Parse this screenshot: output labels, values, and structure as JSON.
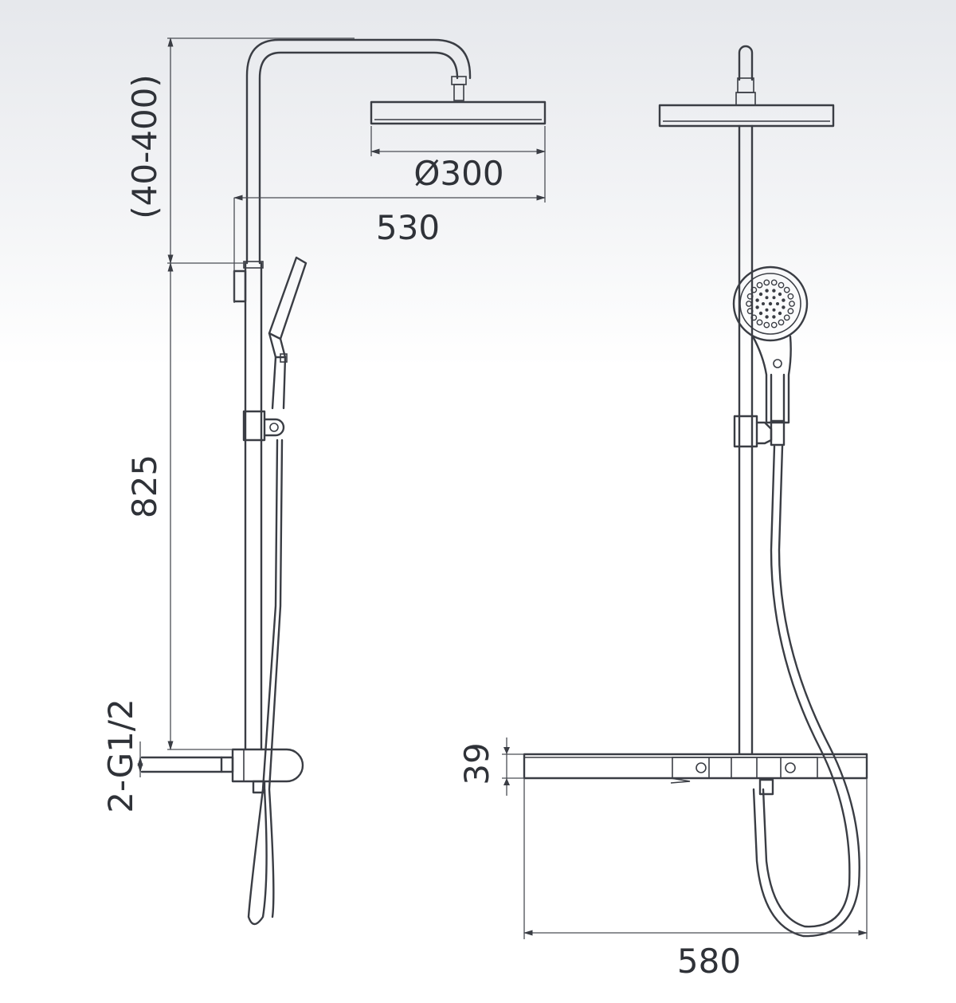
{
  "dimensions": {
    "adjustable_height": "(40-400)",
    "head_diameter": "Ø300",
    "arm_reach": "530",
    "slide_bar_height": "825",
    "inlet_connection": "2-G1/2",
    "bar_height": "39",
    "bar_width": "580"
  },
  "colors": {
    "line": "#3a3d44",
    "background_top": "#e6e8ec",
    "background_bottom": "#ffffff"
  }
}
